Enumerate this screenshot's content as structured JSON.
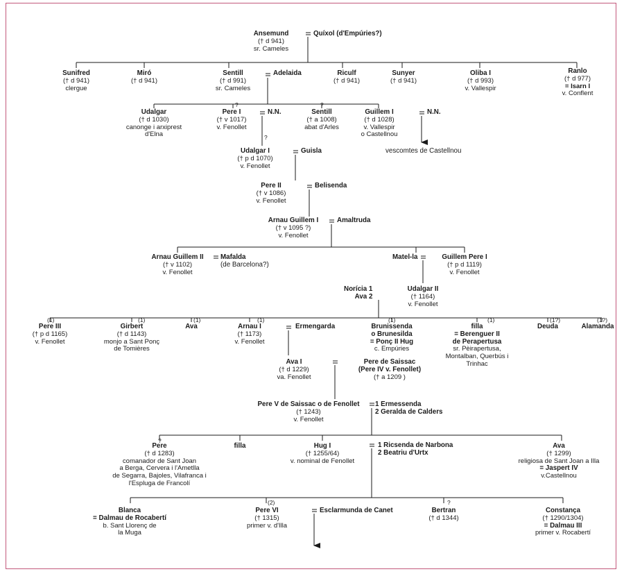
{
  "people": [
    {
      "id": "ansemund",
      "name": "Ansemund",
      "lines": [
        "(† d 941)",
        "sr. Cameles"
      ]
    },
    {
      "id": "sunifred",
      "name": "Sunifred",
      "lines": [
        "(† d 941)",
        "clergue"
      ]
    },
    {
      "id": "miro",
      "name": "Miró",
      "lines": [
        "(† d 941)"
      ]
    },
    {
      "id": "sentill-i",
      "name": "Sentill",
      "lines": [
        "(† d 991)",
        "sr. Cameles"
      ]
    },
    {
      "id": "riculf",
      "name": "Riculf",
      "lines": [
        "(† d 941)"
      ]
    },
    {
      "id": "sunyer",
      "name": "Sunyer",
      "lines": [
        "(† d 941)"
      ]
    },
    {
      "id": "oliba",
      "name": "Oliba I",
      "lines": [
        "(† d 993)",
        "v. Vallespir"
      ]
    },
    {
      "id": "ranlo",
      "name": "Ranlo",
      "lines": [
        "(† d 977)",
        "= Isarn I",
        "v. Conflent"
      ]
    },
    {
      "id": "udalgar-0",
      "name": "Udalgar",
      "lines": [
        "(† d 1030)",
        "canonge i arxiprest",
        "d'Elna"
      ]
    },
    {
      "id": "pere-i",
      "name": "Pere I",
      "lines": [
        "(† v 1017)",
        "v. Fenollet"
      ]
    },
    {
      "id": "sentill-ii",
      "name": "Sentill",
      "lines": [
        "(† a 1008)",
        "abat d'Arles"
      ]
    },
    {
      "id": "guillem-i",
      "name": "Guillem I",
      "lines": [
        "(† d 1028)",
        "v. Vallespir",
        "o Castellnou"
      ]
    },
    {
      "id": "udalgar-i",
      "name": "Udalgar I",
      "lines": [
        "(† p d 1070)",
        "v. Fenollet"
      ]
    },
    {
      "id": "pere-ii",
      "name": "Pere II",
      "lines": [
        "(† v 1086)",
        "v. Fenollet"
      ]
    },
    {
      "id": "arnau-guillem-i",
      "name": "Arnau Guillem I",
      "lines": [
        "(† v 1095 ?)",
        "v. Fenollet"
      ]
    },
    {
      "id": "arnau-guillem-ii",
      "name": "Arnau Guillem II",
      "lines": [
        "(† v 1102)",
        "v. Fenollet"
      ]
    },
    {
      "id": "guillem-pere-i",
      "name": "Guillem Pere I",
      "lines": [
        "(† p d 1119)",
        "v. Fenollet"
      ]
    },
    {
      "id": "udalgar-ii",
      "name": "Udalgar II",
      "lines": [
        "(† 1164)",
        "v. Fenollet"
      ]
    },
    {
      "id": "pere-iii",
      "name": "Pere III",
      "lines": [
        "(† p d 1165)",
        "v. Fenollet"
      ]
    },
    {
      "id": "girbert",
      "name": "Girbert",
      "lines": [
        "(† d 1143)",
        "monjo a Sant Ponç",
        "de Tomières"
      ]
    },
    {
      "id": "ava-0",
      "name": "Ava",
      "lines": []
    },
    {
      "id": "arnau-i",
      "name": "Arnau I",
      "lines": [
        "(† 1173)",
        "v. Fenollet"
      ]
    },
    {
      "id": "brunissenda",
      "name": "Brunissenda",
      "lines": [
        "o Brunesilda",
        "= Ponç II Hug",
        "c. Empúries"
      ]
    },
    {
      "id": "filla-0",
      "name": "filla",
      "lines": [
        "= Berenguer II",
        "de Perapertusa",
        "sr. Pèirapertusa,",
        "Montalban, Querbús i",
        "Trinhac"
      ]
    },
    {
      "id": "deuda",
      "name": "Deuda",
      "lines": []
    },
    {
      "id": "alamanda",
      "name": "Alamanda",
      "lines": []
    },
    {
      "id": "ava-i",
      "name": "Ava I",
      "lines": [
        "(† d 1229)",
        "va. Fenollet"
      ]
    },
    {
      "id": "pere-saissac",
      "name": "Pere de Saissac",
      "lines": [
        "(Pere IV v. Fenollet)",
        "(† a 1209 )"
      ]
    },
    {
      "id": "pere-v",
      "name": "Pere V de Saissac o de Fenollet",
      "lines": [
        "(† 1243)",
        "v. Fenollet"
      ]
    },
    {
      "id": "pere-comanador",
      "name": "Pere",
      "lines": [
        "(† d 1283)",
        "comanador de Sant Joan",
        "a Berga, Cervera i l'Ametlla",
        "de Segarra, Bajoles, Vilafranca i",
        "l'Espluga de Francolí"
      ]
    },
    {
      "id": "filla-1",
      "name": "filla",
      "lines": []
    },
    {
      "id": "hug-i",
      "name": "Hug I",
      "lines": [
        "(† 1255/64)",
        "v. nominal de Fenollet"
      ]
    },
    {
      "id": "ava-ii",
      "name": "Ava",
      "lines": [
        "(† 1299)",
        "religiosa de Sant Joan a Illa",
        "= Jaspert IV",
        "v.Castellnou"
      ]
    },
    {
      "id": "blanca",
      "name": "Blanca",
      "lines": [
        "= Dalmau de Rocabertí",
        "b. Sant Llorenç de",
        "la Muga"
      ]
    },
    {
      "id": "pere-vi",
      "name": "Pere VI",
      "lines": [
        "(† 1315)",
        "primer v. d'Illa"
      ]
    },
    {
      "id": "bertran",
      "name": "Bertran",
      "lines": [
        "(† d 1344)"
      ]
    },
    {
      "id": "constanca",
      "name": "Constança",
      "lines": [
        "(† 1290/1304)",
        "= Dalmau III",
        "primer v. Rocabertí"
      ]
    }
  ],
  "spouses": [
    {
      "id": "quixol",
      "name": "Quíxol (d'Empúries?)",
      "lines": []
    },
    {
      "id": "adelaida",
      "name": "Adelaida",
      "lines": []
    },
    {
      "id": "nn-1",
      "name": "N.N.",
      "lines": []
    },
    {
      "id": "nn-2",
      "name": "N.N.",
      "lines": []
    },
    {
      "id": "guisla",
      "name": "Guisla",
      "lines": []
    },
    {
      "id": "belisenda",
      "name": "Belisenda",
      "lines": []
    },
    {
      "id": "amaltruda",
      "name": "Amaltruda",
      "lines": []
    },
    {
      "id": "mafalda",
      "name": "Mafalda",
      "lines": [
        "(de Barcelona?)"
      ]
    },
    {
      "id": "matel-la",
      "name": "Matel-la",
      "lines": []
    },
    {
      "id": "noricia",
      "name": "Norícia 1",
      "lines": [
        "Ava 2"
      ]
    },
    {
      "id": "ermengarda",
      "name": "Ermengarda",
      "lines": []
    },
    {
      "id": "ermessenda",
      "name": "1 Ermessenda",
      "lines": [
        "2 Geralda de Calders"
      ]
    },
    {
      "id": "ricsenda",
      "name": "1 Ricsenda de Narbona",
      "lines": [
        "2 Beatriu d'Urtx"
      ]
    },
    {
      "id": "esclarmunda",
      "name": "Esclarmunda de Canet",
      "lines": []
    }
  ],
  "annotations": {
    "castellnou": "vescomtes de Castellnou",
    "marks": [
      "?",
      "?",
      "?",
      "(1)",
      "(1)",
      "(1)",
      "(1)",
      "(1)",
      "(1)",
      "(1?)",
      "(1?)",
      "?",
      "(2)",
      "?"
    ]
  }
}
